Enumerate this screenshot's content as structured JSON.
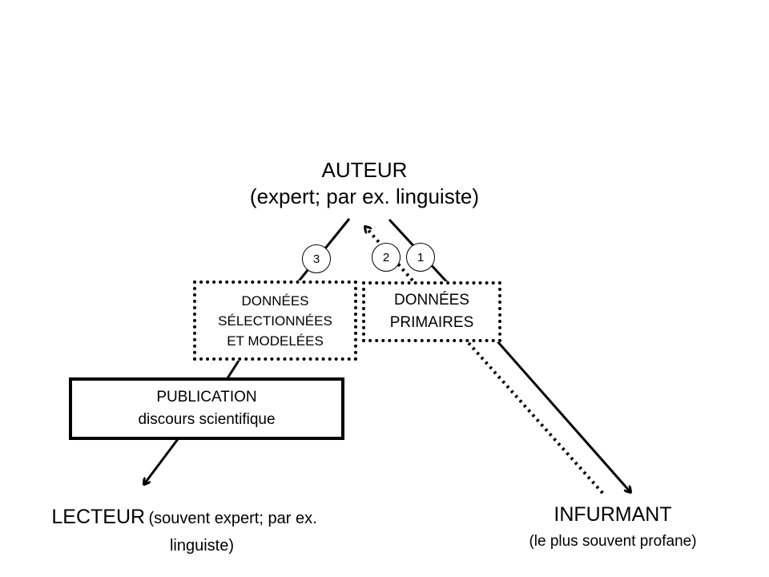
{
  "auteur": {
    "title": "AUTEUR",
    "subtitle": "(expert; par ex. linguiste)"
  },
  "steps": [
    "1",
    "2",
    "3"
  ],
  "boxes": {
    "donnees_selectionnees": [
      "DONNÉES",
      "SÉLECTIONNÉES",
      "ET MODELÉES"
    ],
    "donnees_primaires": [
      "DONNÉES",
      "PRIMAIRES"
    ],
    "publication": [
      "PUBLICATION",
      "discours scientifique"
    ]
  },
  "lecteur": {
    "title": "LECTEUR",
    "detail": "(souvent expert; par ex.",
    "detail2": "linguiste)"
  },
  "infurmant": {
    "title": "INFURMANT",
    "subtitle": "(le plus souvent profane)"
  },
  "colors": {
    "ink": "#000000",
    "background": "#ffffff"
  }
}
